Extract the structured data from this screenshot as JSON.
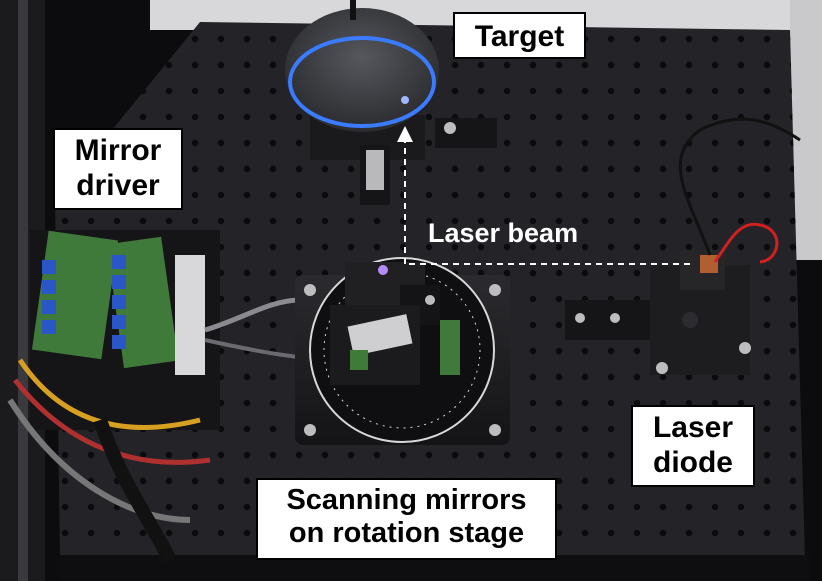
{
  "labels": {
    "target": "Target",
    "mirror_driver_line1": "Mirror",
    "mirror_driver_line2": "driver",
    "laser_beam": "Laser beam",
    "laser_diode_line1": "Laser",
    "laser_diode_line2": "diode",
    "scanning_line1": "Scanning mirrors",
    "scanning_line2": "on rotation stage"
  },
  "colors": {
    "table": "#232328",
    "hole": "#0a0a0c",
    "beam": "#ffffff",
    "led_ring": "#3a7bff",
    "laser_red": "#d22020",
    "pcb_green": "#3f7a3a",
    "connector_blue": "#2a56c8"
  }
}
